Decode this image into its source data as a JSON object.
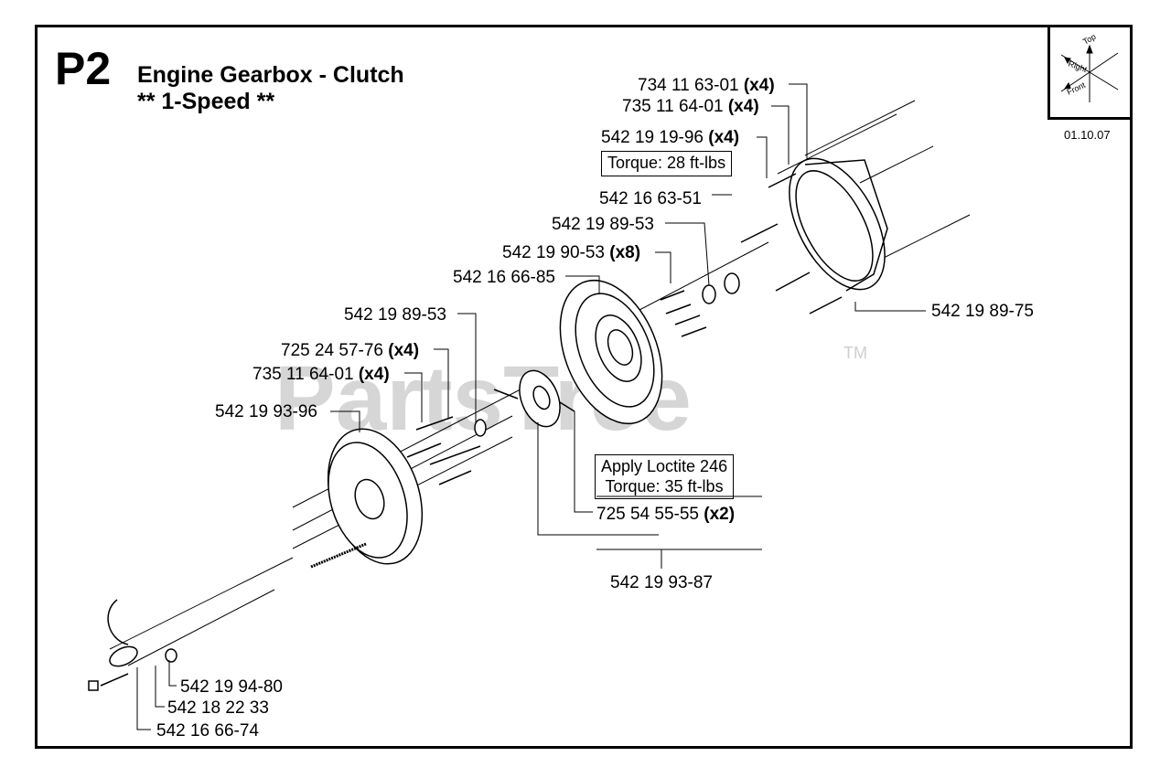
{
  "header": {
    "code": "P2",
    "title": "Engine Gearbox - Clutch",
    "subtitle": "** 1-Speed **",
    "date": "01.10.07"
  },
  "orientation": {
    "top": "Top",
    "right": "Right",
    "front": "Front"
  },
  "watermark": {
    "text": "PartsTree",
    "tm": "TM"
  },
  "notes": {
    "torque28": "Torque: 28 ft-lbs",
    "loctite_line1": "Apply Loctite 246",
    "loctite_line2": "Torque:  35 ft-lbs"
  },
  "parts": [
    {
      "num": "734 11 63-01",
      "qty": "(x4)"
    },
    {
      "num": "735 11 64-01",
      "qty": "(x4)"
    },
    {
      "num": "542 19 19-96",
      "qty": "(x4)"
    },
    {
      "num": "542 16 63-51",
      "qty": ""
    },
    {
      "num": "542 19 89-53",
      "qty": ""
    },
    {
      "num": "542 19 90-53",
      "qty": "(x8)"
    },
    {
      "num": "542 16 66-85",
      "qty": ""
    },
    {
      "num": "542 19 89-53",
      "qty": ""
    },
    {
      "num": "725 24 57-76",
      "qty": "(x4)"
    },
    {
      "num": "735 11 64-01",
      "qty": "(x4)"
    },
    {
      "num": "542 19 93-96",
      "qty": ""
    },
    {
      "num": "542 19 89-75",
      "qty": ""
    },
    {
      "num": "725 54 55-55",
      "qty": "(x2)"
    },
    {
      "num": "542 19 93-87",
      "qty": ""
    },
    {
      "num": "542 19 94-80",
      "qty": ""
    },
    {
      "num": "542 18 22 33",
      "qty": ""
    },
    {
      "num": "542 16 66-74",
      "qty": ""
    }
  ]
}
